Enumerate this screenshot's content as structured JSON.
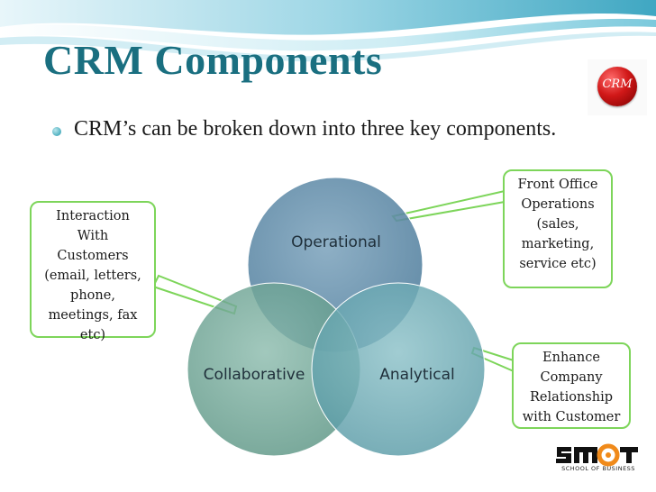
{
  "slide": {
    "title": "CRM Components",
    "bullet": "CRM’s can  be broken down into three key components."
  },
  "logos": {
    "crm_logo_text": "CRM",
    "smot_logo_text": "smot",
    "smot_subtitle": "SCHOOL OF BUSINESS"
  },
  "venn": {
    "circles": [
      {
        "label": "Operational",
        "color": "#5a86a3"
      },
      {
        "label": "Collaborative",
        "color": "#6fa394"
      },
      {
        "label": "Analytical",
        "color": "#6aa6b0"
      }
    ]
  },
  "callouts": {
    "interaction": [
      "Interaction",
      "With",
      "Customers",
      "(email, letters,",
      "phone,",
      "meetings, fax",
      "etc)"
    ],
    "front_office": [
      "Front Office",
      "Operations",
      "(sales,",
      "marketing,",
      "service etc)"
    ],
    "enhance": [
      "Enhance",
      "Company",
      "Relationship",
      "with Customer"
    ]
  },
  "colors": {
    "title": "#1a6f80",
    "callout_border": "#7dd55a",
    "wave": "#4fb3c8"
  }
}
